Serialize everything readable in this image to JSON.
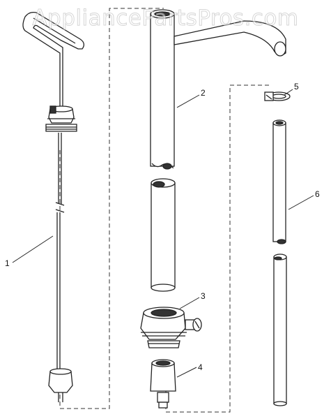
{
  "watermark": "AppliancePartsPros.com",
  "callouts": [
    {
      "id": "1",
      "label": "1"
    },
    {
      "id": "2",
      "label": "2"
    },
    {
      "id": "3",
      "label": "3"
    },
    {
      "id": "4",
      "label": "4"
    },
    {
      "id": "5",
      "label": "5"
    },
    {
      "id": "6",
      "label": "6"
    }
  ]
}
